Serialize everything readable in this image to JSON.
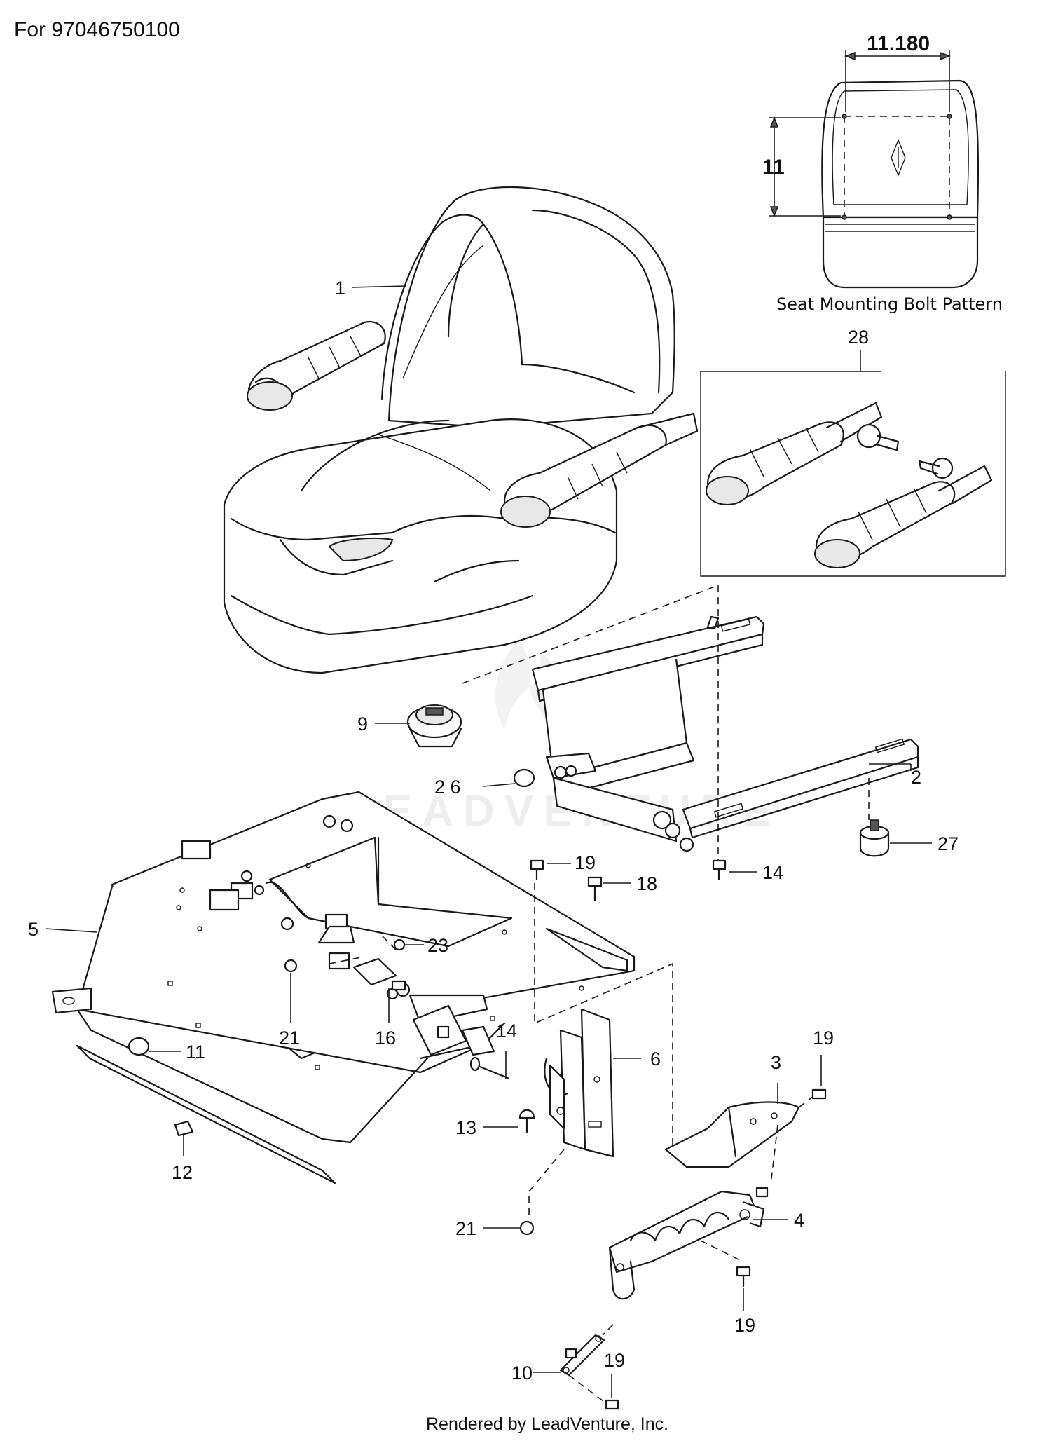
{
  "header": {
    "part_number_label": "For 97046750100"
  },
  "inset_bolt_pattern": {
    "width_dimension": "11.180",
    "height_dimension": "11",
    "caption": "Seat Mounting Bolt Pattern"
  },
  "inset_armrests": {
    "callout": "28"
  },
  "watermark": {
    "text": "LEADVENTURE"
  },
  "callouts": [
    {
      "id": "c1",
      "text": "1"
    },
    {
      "id": "c2",
      "text": "2"
    },
    {
      "id": "c3",
      "text": "3"
    },
    {
      "id": "c4",
      "text": "4"
    },
    {
      "id": "c5",
      "text": "5"
    },
    {
      "id": "c6",
      "text": "6"
    },
    {
      "id": "c9",
      "text": "9"
    },
    {
      "id": "c10",
      "text": "10"
    },
    {
      "id": "c11",
      "text": "11"
    },
    {
      "id": "c12",
      "text": "12"
    },
    {
      "id": "c13",
      "text": "13"
    },
    {
      "id": "c14a",
      "text": "14"
    },
    {
      "id": "c14b",
      "text": "14"
    },
    {
      "id": "c16",
      "text": "16"
    },
    {
      "id": "c18",
      "text": "18"
    },
    {
      "id": "c19a",
      "text": "19"
    },
    {
      "id": "c19b",
      "text": "19"
    },
    {
      "id": "c19c",
      "text": "19"
    },
    {
      "id": "c19d",
      "text": "19"
    },
    {
      "id": "c21a",
      "text": "21"
    },
    {
      "id": "c21b",
      "text": "21"
    },
    {
      "id": "c23",
      "text": "23"
    },
    {
      "id": "c26",
      "text": "2 6"
    },
    {
      "id": "c27",
      "text": "27"
    }
  ],
  "footer": {
    "rendered_by": "Rendered by LeadVenture, Inc."
  }
}
